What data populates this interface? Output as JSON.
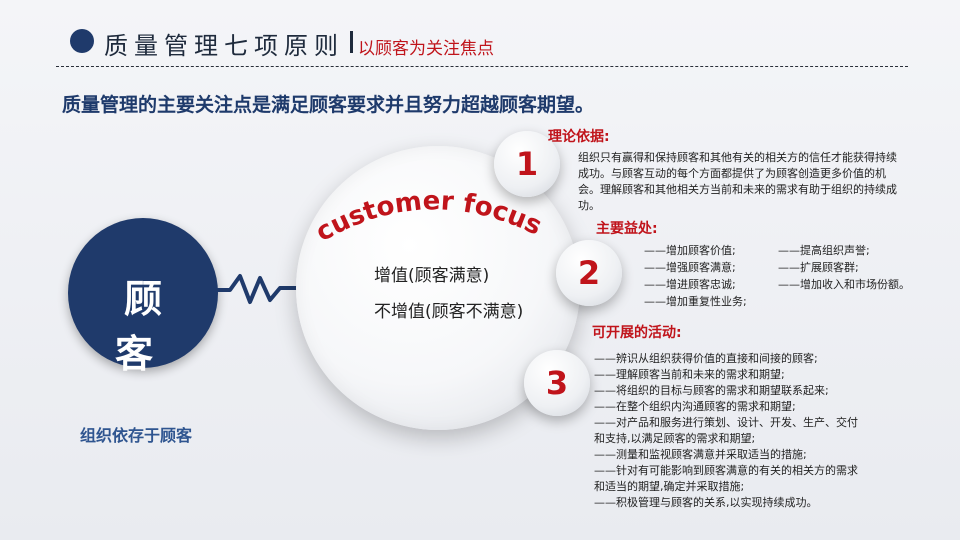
{
  "header": {
    "title": "质量管理七项原则",
    "subtitle": "以顾客为关注焦点"
  },
  "lead": "质量管理的主要关注点是满足顾客要求并且努力超越顾客期望。",
  "customer_circle": {
    "label": "顾  客"
  },
  "center": {
    "arc_text": "customer    focus",
    "value_added": "增值(顾客满意)",
    "non_value_added": "不增值(顾客不满意)"
  },
  "bubbles": [
    "1",
    "2",
    "3"
  ],
  "sections": {
    "basis": {
      "title": "理论依据:",
      "text": "组织只有赢得和保持顾客和其他有关的相关方的信任才能获得持续成功。与顾客互动的每个方面都提供了为顾客创造更多价值的机会。理解顾客和其他相关方当前和未来的需求有助于组织的持续成功。"
    },
    "benefits": {
      "title": "主要益处:",
      "rows": [
        [
          "——增加顾客价值;",
          "——提高组织声誉;"
        ],
        [
          "——增强顾客满意;",
          "——扩展顾客群;"
        ],
        [
          "——增进顾客忠诚;",
          "——增加收入和市场份额。"
        ],
        [
          "——增加重复性业务;",
          ""
        ]
      ]
    },
    "activities": {
      "title": "可开展的活动:",
      "lines": [
        "——辨识从组织获得价值的直接和间接的顾客;",
        "——理解顾客当前和未来的需求和期望;",
        "——将组织的目标与顾客的需求和期望联系起来;",
        "——在整个组织内沟通顾客的需求和期望;",
        "——对产品和服务进行策划、设计、开发、生产、交付",
        "和支持,以满足顾客的需求和期望;",
        "——测量和监视顾客满意并采取适当的措施;",
        "——针对有可能影响到顾客满意的有关的相关方的需求",
        "和适当的期望,确定并采取措施;",
        "——积极管理与顾客的关系,以实现持续成功。"
      ]
    }
  },
  "footer": "组织依存于顾客",
  "colors": {
    "navy": "#1f3a6b",
    "red": "#c0141b",
    "footer_blue": "#2f5590"
  }
}
